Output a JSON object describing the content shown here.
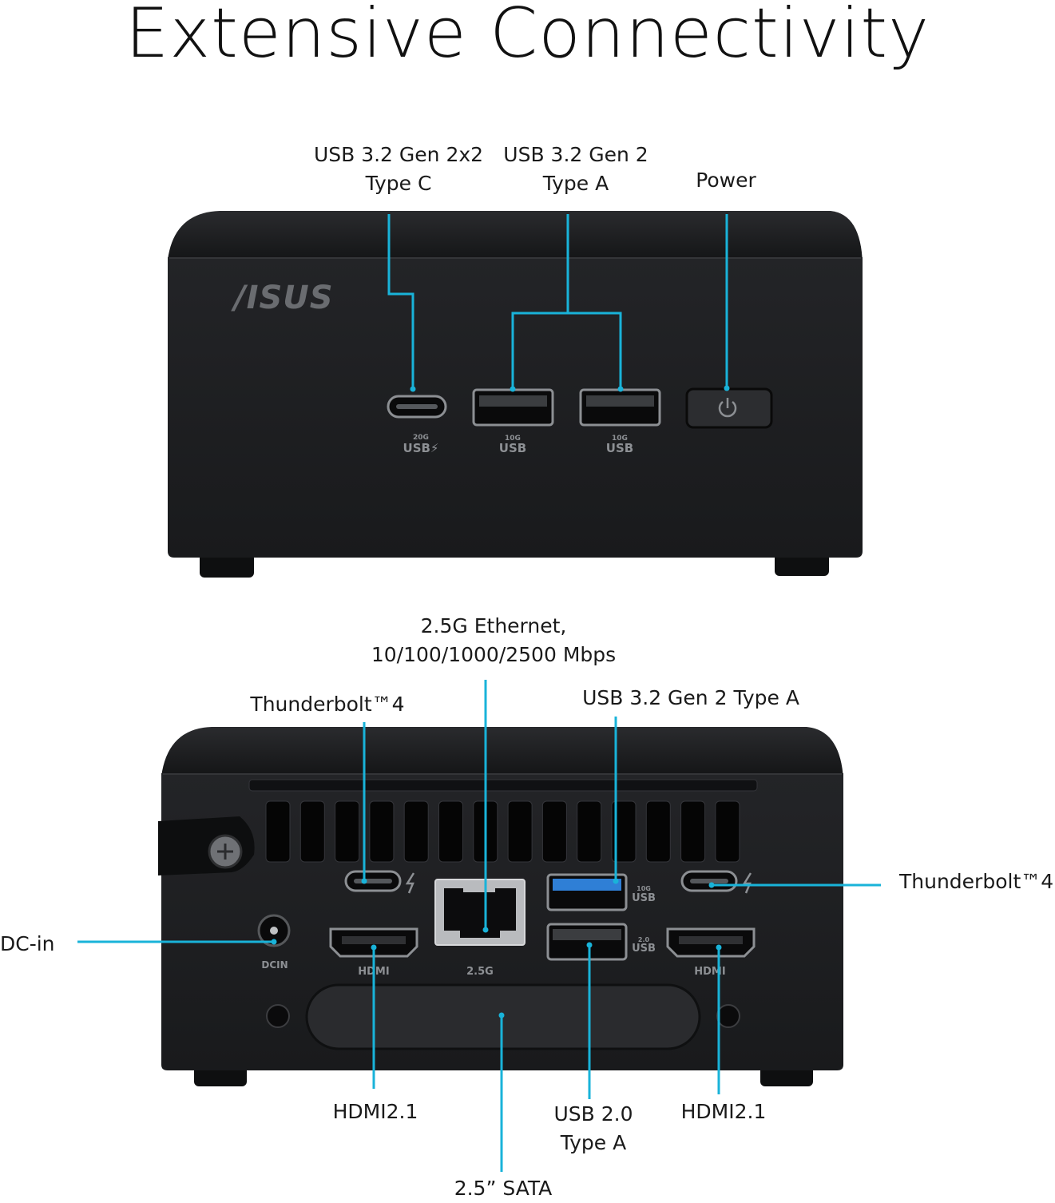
{
  "title": "Extensive Connectivity",
  "colors": {
    "callout": "#19b3d9",
    "chassis": "#1b1c1e",
    "chassis_top": "#101112"
  },
  "front": {
    "brand": "/ISUS",
    "labels": {
      "usb_c": [
        "USB 3.2 Gen 2x2",
        "Type C"
      ],
      "usb_a": [
        "USB 3.2 Gen 2",
        "Type A"
      ],
      "power": "Power"
    },
    "port_marks": {
      "usb_c_speed": "20G",
      "usb_c_name": "USB⚡",
      "usb_a1_speed": "10G",
      "usb_a1_name": "USB",
      "usb_a2_speed": "10G",
      "usb_a2_name": "USB"
    }
  },
  "rear": {
    "labels": {
      "ethernet": [
        "2.5G Ethernet,",
        "10/100/1000/2500 Mbps"
      ],
      "thunderbolt_left": "Thunderbolt™4",
      "usb_gen2": "USB 3.2 Gen 2 Type A",
      "thunderbolt_right": "Thunderbolt™4",
      "dc_in": "DC-in",
      "hdmi_left": "HDMI2.1",
      "usb2": [
        "USB 2.0",
        "Type A"
      ],
      "hdmi_right": "HDMI2.1",
      "sata": "2.5” SATA"
    },
    "port_marks": {
      "dcin": "DCIN",
      "hdmi_left": "HDMI",
      "lan": "2.5G",
      "hdmi_right": "HDMI",
      "usb3_speed": "10G",
      "usb3_name": "USB",
      "usb2_speed": "2.0",
      "usb2_name": "USB"
    }
  }
}
